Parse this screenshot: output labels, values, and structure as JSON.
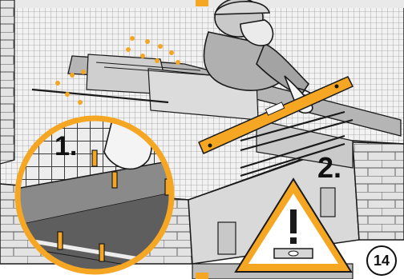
{
  "steps": [
    {
      "label": "1."
    },
    {
      "label": "2."
    }
  ],
  "page_number": "14",
  "warning": {
    "symbol": "!",
    "icon": "spirit-level-icon"
  },
  "colors": {
    "accent": "#F5A623",
    "line": "#1A1A1A",
    "concrete": "#E6E6E6",
    "rebar": "#8C8C8C",
    "shadow": "#7A7A7A",
    "warning_fill": "#F5A623"
  }
}
